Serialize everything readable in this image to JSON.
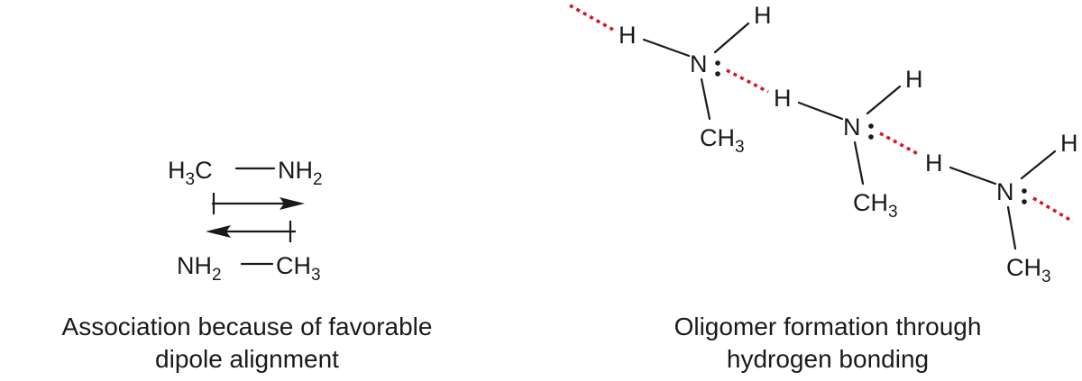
{
  "left_panel": {
    "top_molecule": {
      "left": "H",
      "left_sub": "3",
      "left_tail": "C",
      "right": "NH",
      "right_sub": "2"
    },
    "bottom_molecule": {
      "left": "NH",
      "left_sub": "2",
      "right": "CH",
      "right_sub": "3"
    },
    "caption_line1": "Association because of favorable",
    "caption_line2": "dipole alignment"
  },
  "right_panel": {
    "atoms": {
      "hydrogen": "H",
      "nitrogen": "N",
      "methyl": "CH",
      "methyl_sub": "3"
    },
    "molecule_count": 3,
    "caption_line1": "Oligomer formation through",
    "caption_line2": "hydrogen bonding"
  },
  "colors": {
    "hydrogen_bond": "#d3182a",
    "ink": "#1a1a1a"
  }
}
